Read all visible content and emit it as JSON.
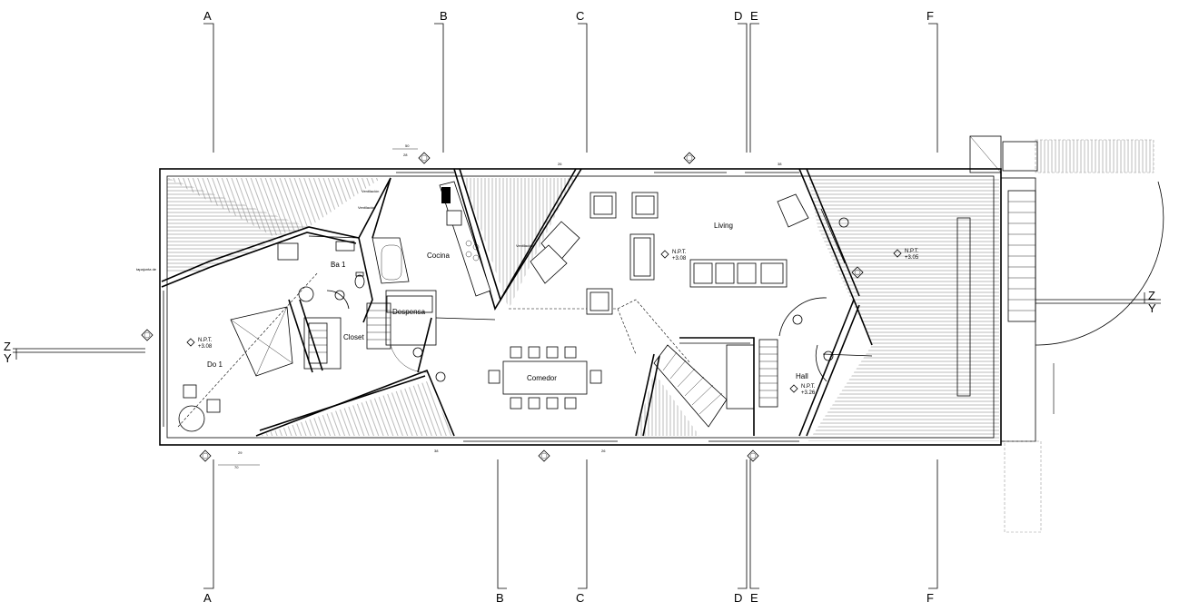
{
  "axes": {
    "top": [
      "A",
      "B",
      "C",
      "D",
      "E",
      "F"
    ],
    "bottom": [
      "A",
      "B",
      "C",
      "D",
      "E",
      "F"
    ],
    "side": {
      "left_z": "Z",
      "left_y": "Y",
      "right_z": "Z",
      "right_y": "Y"
    }
  },
  "rooms": {
    "do1": "Do 1",
    "ba1": "Ba 1",
    "closet": "Closet",
    "cocina": "Cocina",
    "despensa": "Despensa",
    "comedor": "Comedor",
    "living": "Living",
    "hall": "Hall"
  },
  "levels": {
    "do1": {
      "label": "N.P.T.",
      "value": "+3.08"
    },
    "living": {
      "label": "N.P.T.",
      "value": "+3.08"
    },
    "terrace": {
      "label": "N.P.T.",
      "value": "+3.05"
    },
    "hall": {
      "label": "N.P.T.",
      "value": "+3.26"
    }
  },
  "section_marks": {
    "top_left": "28",
    "top_mid": "26",
    "top_right": "38",
    "bottom_left": "29",
    "bottom_mid": "38",
    "bottom_right": "26"
  },
  "annotations": {
    "ventilacion_1": "Ventilación",
    "ventilacion_2": "Ventilación",
    "ventilacion_3": "Ventilación",
    "tapajunta": "tapajunta de",
    "dim_top": "50",
    "dim_bottom": "70"
  },
  "colors": {
    "line": "#000000",
    "background": "#ffffff",
    "deck": "#9a9a9a"
  }
}
